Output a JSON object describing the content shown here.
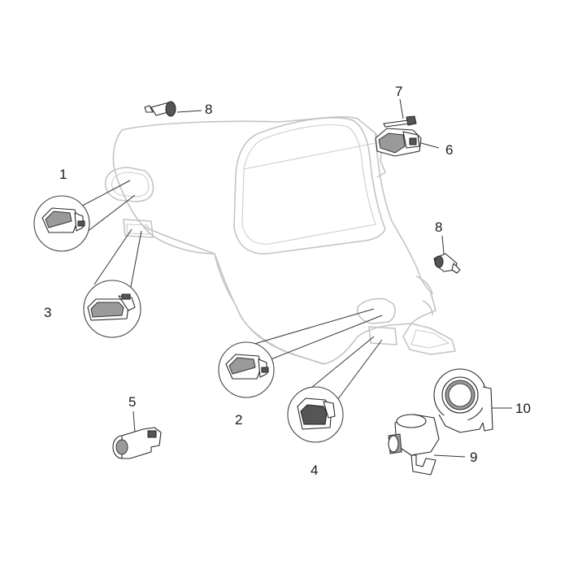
{
  "callouts": [
    {
      "id": "1",
      "text": "1"
    },
    {
      "id": "2",
      "text": "2"
    },
    {
      "id": "3",
      "text": "3"
    },
    {
      "id": "4",
      "text": "4"
    },
    {
      "id": "5",
      "text": "5"
    },
    {
      "id": "6",
      "text": "6"
    },
    {
      "id": "7",
      "text": "7"
    },
    {
      "id": "8a",
      "text": "8"
    },
    {
      "id": "8b",
      "text": "8"
    },
    {
      "id": "9",
      "text": "9"
    },
    {
      "id": "10",
      "text": "10"
    }
  ],
  "colors": {
    "ghost_outline": "#c4c4c4",
    "part_outline": "#2a2a2a",
    "text": "#1a1a1a"
  }
}
